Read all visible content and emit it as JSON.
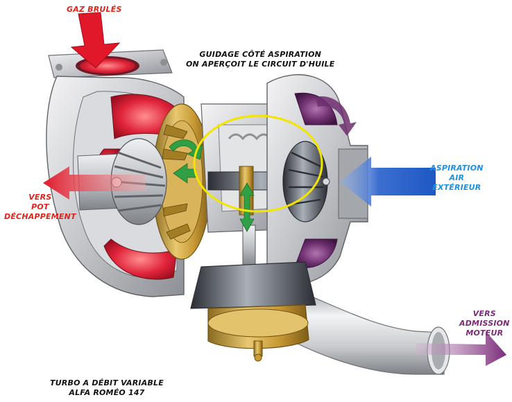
{
  "labels": {
    "exhaust_in": "GAZ BRULÉS",
    "guide_line1": "GUIDAGE CÔTÉ ASPIRATION",
    "guide_line2": "ON APERÇOIT LE CIRCUIT D'HUILE",
    "exhaust_out_line1": "VERS",
    "exhaust_out_line2": "POT",
    "exhaust_out_line3": "DÉCHAPPEMENT",
    "air_in_line1": "ASPIRATION",
    "air_in_line2": "AIR",
    "air_in_line3": "EXTÉRIEUR",
    "air_out_line1": "VERS",
    "air_out_line2": "ADMISSION",
    "air_out_line3": "MOTEUR",
    "caption_line1": "TURBO A DÉBIT VARIABLE",
    "caption_line2": "ALFA ROMÉO 147"
  },
  "colors": {
    "exhaust": "#e0241b",
    "intake": "#1f8fe0",
    "outlet": "#7a2a78",
    "highlight": "#f2e600",
    "oil_arrow": "#2fa043",
    "housing": "#cfd0d3",
    "gold": "#c9a23b"
  },
  "icons": {
    "exhaust_in_arrow": "arrow-down-icon",
    "exhaust_out_arrow": "arrow-left-icon",
    "air_in_arrow": "arrow-left-icon",
    "air_out_arrow": "arrow-right-icon",
    "oil_flow_arrows": "double-arrow-icon"
  }
}
